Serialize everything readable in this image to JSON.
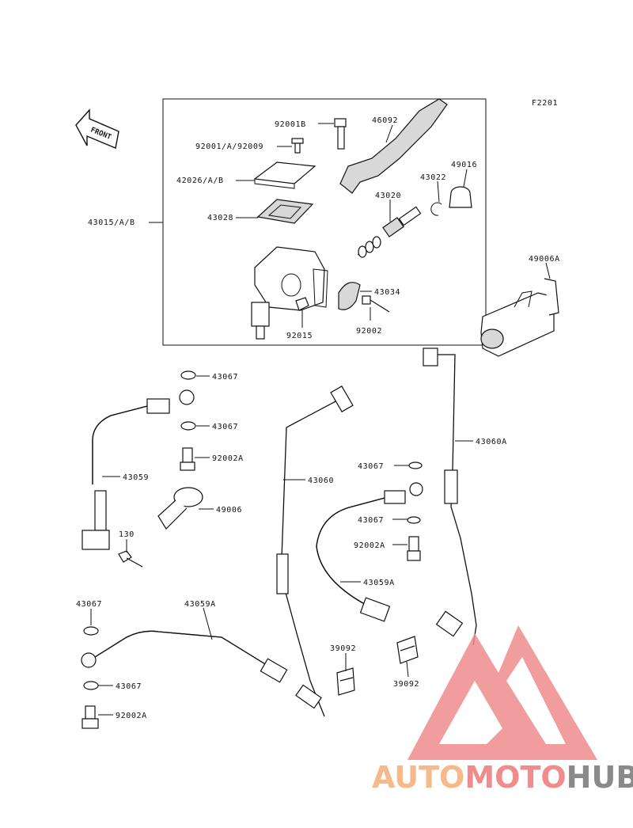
{
  "diagram_code": "F2201",
  "front_label": "FRONT",
  "parts": {
    "p92001B": "92001B",
    "p46092": "46092",
    "p92001_92009": "92001/A/92009",
    "p49016": "49016",
    "p43022": "43022",
    "p42026": "42026/A/B",
    "p43020": "43020",
    "p43015": "43015/A/B",
    "p43028": "43028",
    "p49006A": "49006A",
    "p43034": "43034",
    "p92002": "92002",
    "p92015": "92015",
    "p43067_a": "43067",
    "p43067_b": "43067",
    "p92002A_a": "92002A",
    "p43060A": "43060A",
    "p43059": "43059",
    "p43060": "43060",
    "p43067_c": "43067",
    "p49006": "49006",
    "p43067_d": "43067",
    "p130": "130",
    "p92002A_b": "92002A",
    "p43059A_r": "43059A",
    "p43067_e": "43067",
    "p43059A": "43059A",
    "p39092_a": "39092",
    "p39092_b": "39092",
    "p43067_f": "43067",
    "p92002A_c": "92002A"
  },
  "watermark": {
    "part1": "AUTO",
    "part2": "MOTO",
    "part3": "HUB",
    "color1": "#f6b98a",
    "color2": "#f08c8c",
    "color3": "#8a8a8a",
    "logo_color": "#ef8c8c"
  }
}
